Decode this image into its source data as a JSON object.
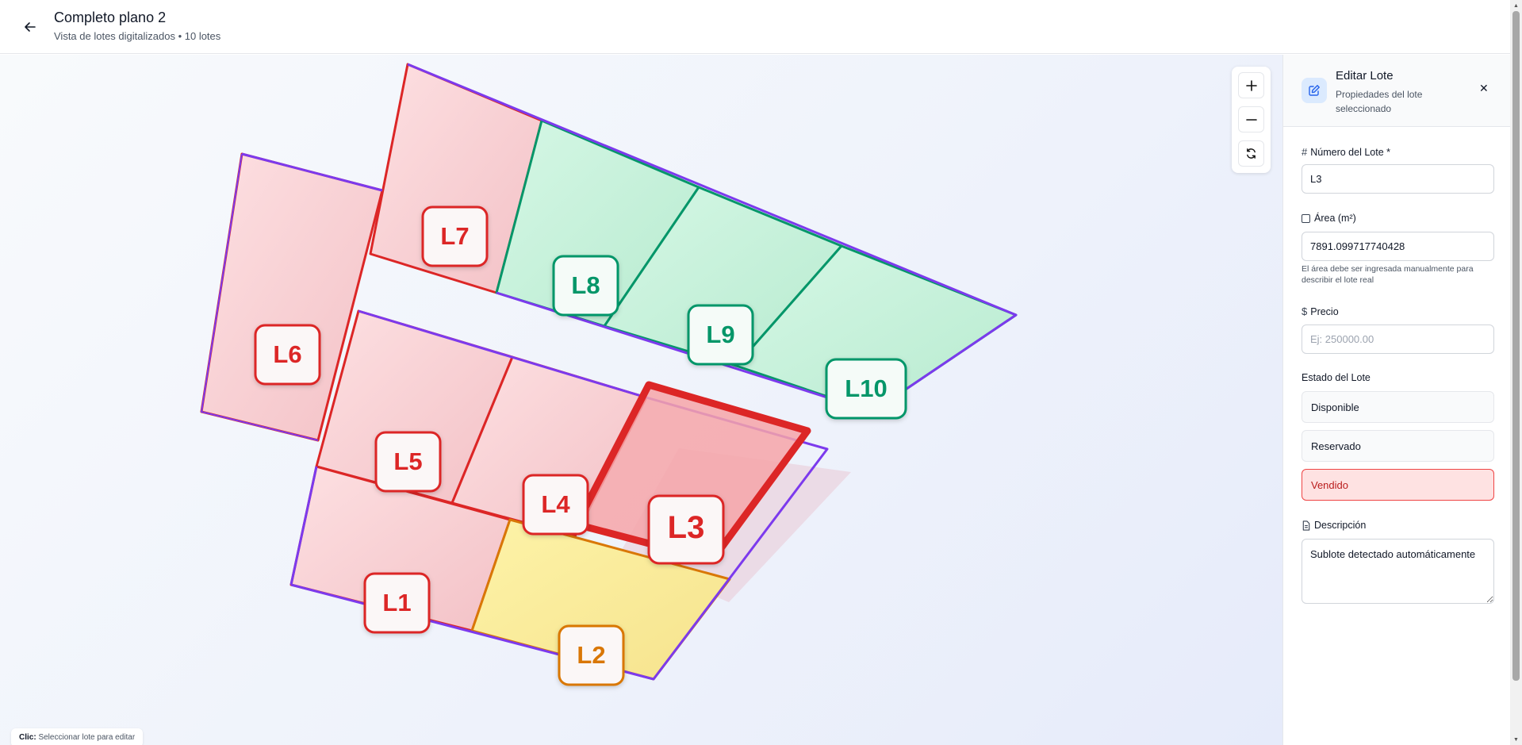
{
  "header": {
    "title": "Completo plano 2",
    "subtitle": "Vista de lotes digitalizados • 10 lotes"
  },
  "map": {
    "lots": [
      {
        "id": "L1",
        "label": "L1",
        "status": "Vendido"
      },
      {
        "id": "L2",
        "label": "L2",
        "status": "Reservado"
      },
      {
        "id": "L3",
        "label": "L3",
        "status": "Vendido",
        "selected": true
      },
      {
        "id": "L4",
        "label": "L4",
        "status": "Vendido"
      },
      {
        "id": "L5",
        "label": "L5",
        "status": "Vendido"
      },
      {
        "id": "L6",
        "label": "L6",
        "status": "Vendido"
      },
      {
        "id": "L7",
        "label": "L7",
        "status": "Vendido"
      },
      {
        "id": "L8",
        "label": "L8",
        "status": "Disponible"
      },
      {
        "id": "L9",
        "label": "L9",
        "status": "Disponible"
      },
      {
        "id": "L10",
        "label": "L10",
        "status": "Disponible"
      }
    ],
    "colors": {
      "sold": "#dc2626",
      "sold_fill": "#fbd5d8",
      "reserved": "#d97706",
      "reserved_fill": "#fbeea0",
      "available": "#059669",
      "available_fill": "#c8f2dc",
      "outline": "#7c3aed"
    }
  },
  "zoom": {
    "zoom_in_icon": "plus-icon",
    "zoom_out_icon": "minus-icon",
    "reset_icon": "refresh-icon"
  },
  "hint": {
    "key": "Clic:",
    "text": "Seleccionar lote para editar"
  },
  "panel": {
    "title": "Editar Lote",
    "subtitle": "Propiedades del lote seleccionado",
    "number_label": "Número del Lote *",
    "number_value": "L3",
    "area_label": "Área (m²)",
    "area_value": "7891.099717740428",
    "area_help": "El área debe ser ingresada manualmente para describir el lote real",
    "price_label": "Precio",
    "price_placeholder": "Ej: 250000.00",
    "status_label": "Estado del Lote",
    "status_options": [
      "Disponible",
      "Reservado",
      "Vendido"
    ],
    "status_selected": "Vendido",
    "description_label": "Descripción",
    "description_value": "Sublote detectado automáticamente"
  }
}
